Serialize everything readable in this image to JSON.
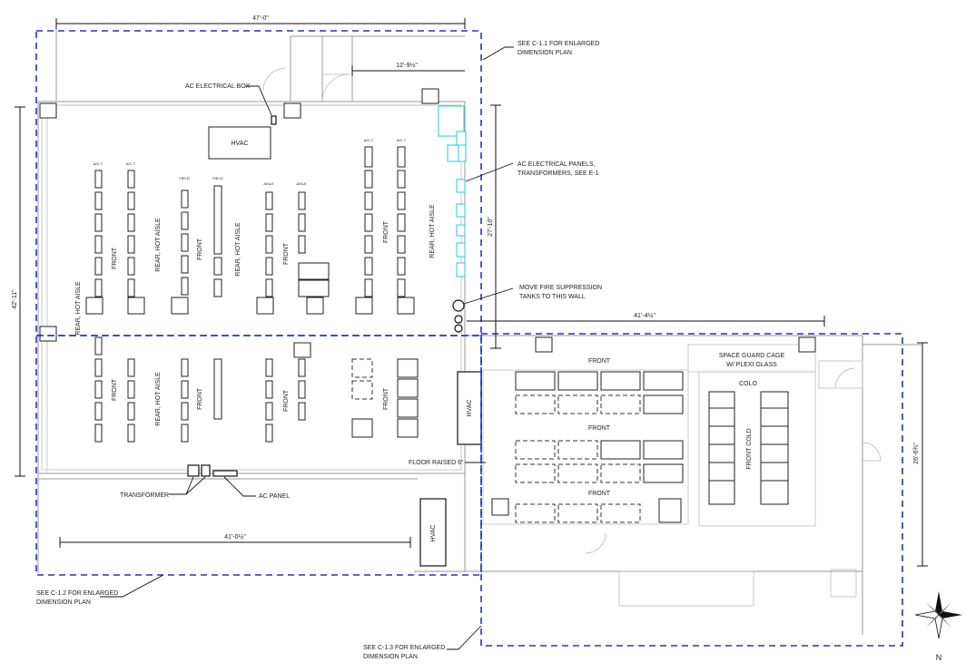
{
  "dimensions": {
    "top_width": "47'-0\"",
    "top_door": "12'-9½\"",
    "left_height": "42'-11\"",
    "right_height": "27'-10\"",
    "middle_width": "41'-4½\"",
    "bottom_width": "41'-0½\"",
    "annex_height": "26'-6¾\""
  },
  "notes": {
    "c11": [
      "SEE C-1.1 FOR ENLARGED",
      "DIMENSION PLAN"
    ],
    "c12": [
      "SEE C-1.2 FOR ENLARGED",
      "DIMENSION PLAN"
    ],
    "c13": [
      "SEE C-1.3 FOR ENLARGED",
      "DIMENSION PLAN"
    ],
    "ac_box": "AC ELECTRICAL BOX",
    "ac_panels": [
      "AC ELECTRICAL PANELS,",
      "TRANSFORMERS, SEE E-1"
    ],
    "fire": [
      "MOVE FIRE SUPPRESSION",
      "TANKS TO THIS WALL"
    ],
    "transformer": "TRANSFORMER",
    "ac_panel": "AC PANEL",
    "floor_raised": "FLOOR RAISED 6\"",
    "cage": [
      "SPACE GUARD CAGE",
      "W/ PLEXI GLASS"
    ],
    "colo": "COLO",
    "north": "N"
  },
  "labels": {
    "hvac": "HVAC",
    "front": "FRONT",
    "rear_hot": "REAR, HOT AISLE",
    "front_cold": "FRONT COLD"
  },
  "row_tags": {
    "a": "A/C-T",
    "b": "FIELD",
    "c": "AISLE"
  }
}
